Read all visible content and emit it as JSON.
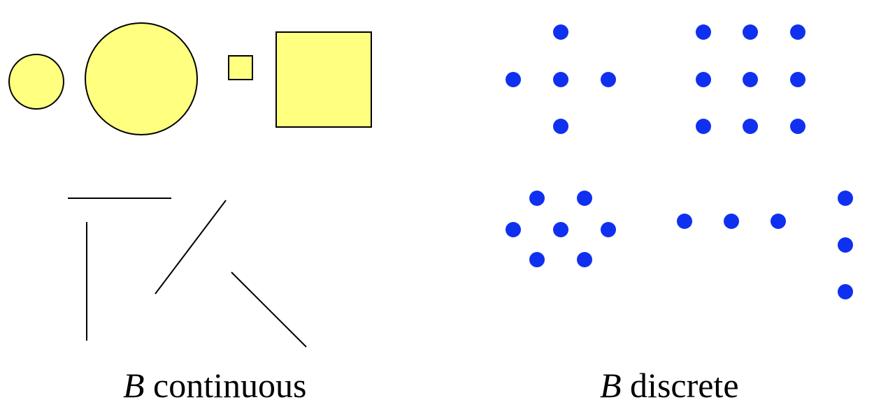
{
  "colors": {
    "shape_fill": "#FFFF80",
    "shape_stroke": "#000000",
    "dot_fill": "#1030F0",
    "line_stroke": "#000000"
  },
  "captions": {
    "left": {
      "variable": "B",
      "text": "continuous"
    },
    "right": {
      "variable": "B",
      "text": "discrete"
    }
  }
}
